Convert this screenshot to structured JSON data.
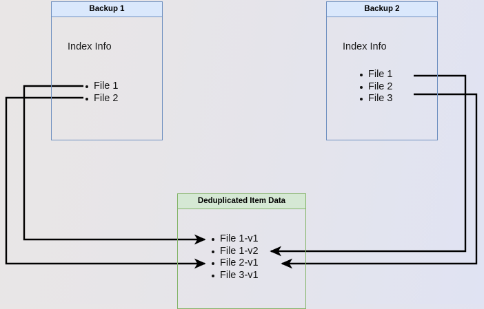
{
  "diagram": {
    "type": "deduplication-flow",
    "colors": {
      "blue_fill": "#dae8fc",
      "blue_stroke": "#6c8ebf",
      "green_fill": "#d5e8d4",
      "green_stroke": "#82b366",
      "connector": "#000000",
      "background": "#e8e6e8"
    },
    "nodes": [
      {
        "id": "backup-1",
        "title": "Backup 1",
        "caption": "Index Info",
        "items": [
          "File 1",
          "File 2"
        ]
      },
      {
        "id": "backup-2",
        "title": "Backup 2",
        "caption": "Index Info",
        "items": [
          "File 1",
          "File 2",
          "File 3"
        ]
      },
      {
        "id": "dedup",
        "title": "Deduplicated Item Data",
        "items": [
          "File 1-v1",
          "File 1-v2",
          "File 2-v1",
          "File 3-v1"
        ]
      }
    ],
    "connectors": [
      {
        "id": "b1-file1-to-file1v1",
        "from": "backup-1.File 1",
        "to": "dedup.File 1-v1",
        "direction": "left-around"
      },
      {
        "id": "b1-file2-to-file2v1",
        "from": "backup-1.File 2",
        "to": "dedup.File 2-v1",
        "direction": "left-around"
      },
      {
        "id": "b2-file1-to-file1v2",
        "from": "backup-2.File 1",
        "to": "dedup.File 1-v2",
        "direction": "right-around"
      },
      {
        "id": "b2-file2-to-file2v1",
        "from": "backup-2.File 2",
        "to": "dedup.File 2-v1",
        "direction": "right-around"
      }
    ]
  }
}
